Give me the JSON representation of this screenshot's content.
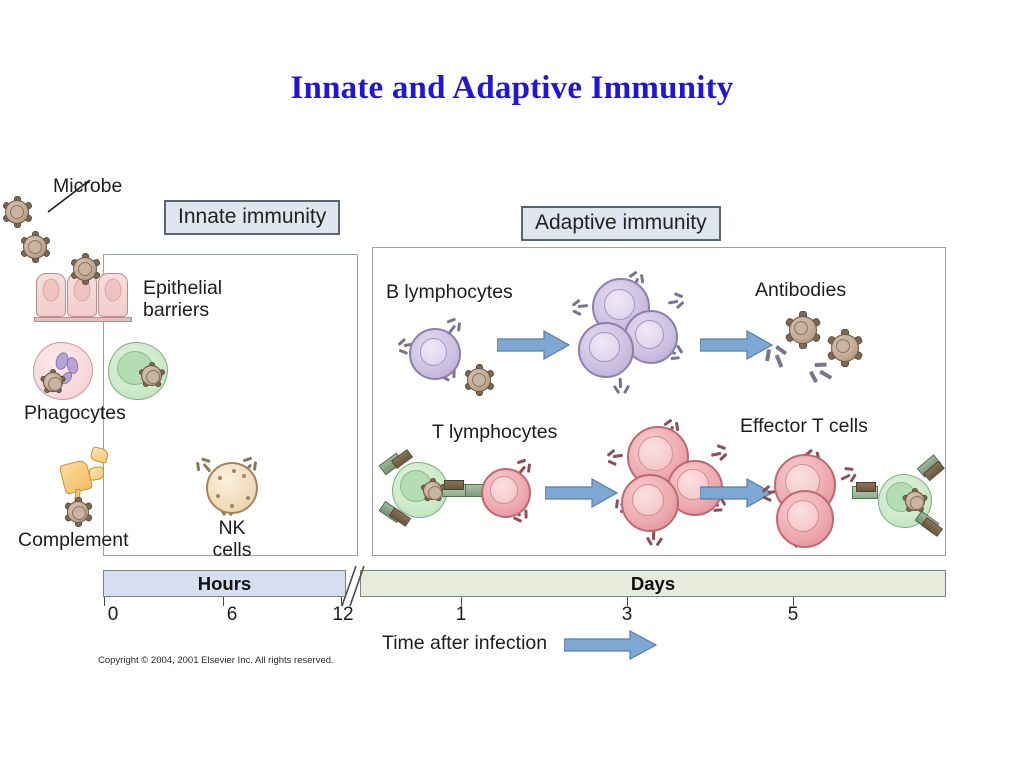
{
  "slide": {
    "title": "Innate and Adaptive Immunity",
    "copyright": "Copyright © 2004, 2001 Elsevier Inc. All rights reserved."
  },
  "figure": {
    "microbe_label": "Microbe",
    "innate": {
      "header": "Innate immunity",
      "items": [
        {
          "key": "epithelial",
          "label": "Epithelial\nbarriers"
        },
        {
          "key": "phagocytes",
          "label": "Phagocytes"
        },
        {
          "key": "complement",
          "label": "Complement"
        },
        {
          "key": "nk",
          "label": "NK\ncells"
        }
      ]
    },
    "adaptive": {
      "header": "Adaptive immunity",
      "b_row": {
        "source_label": "B lymphocytes",
        "result_label": "Antibodies"
      },
      "t_row": {
        "source_label": "T lymphocytes",
        "result_label": "Effector T cells"
      }
    },
    "timeline": {
      "phase_hours": "Hours",
      "phase_days": "Days",
      "hour_ticks": [
        "0",
        "6",
        "12"
      ],
      "day_ticks": [
        "1",
        "3",
        "5"
      ],
      "caption": "Time after infection"
    },
    "colors": {
      "title": "#2016d8",
      "header_box_fill": "#dfe6f0",
      "hours_bar": "#d6dff0",
      "days_bar": "#e7ebdb",
      "arrow": "#7ea7d4",
      "b_cell": "#cdc0e0",
      "t_cell": "#eda9ae",
      "macrophage": "#c7e7c4",
      "microbe": "#c2a994",
      "nk_cell": "#f0dcbd",
      "complement": "#f5bf63",
      "epithelium": "#f2cccc"
    }
  }
}
